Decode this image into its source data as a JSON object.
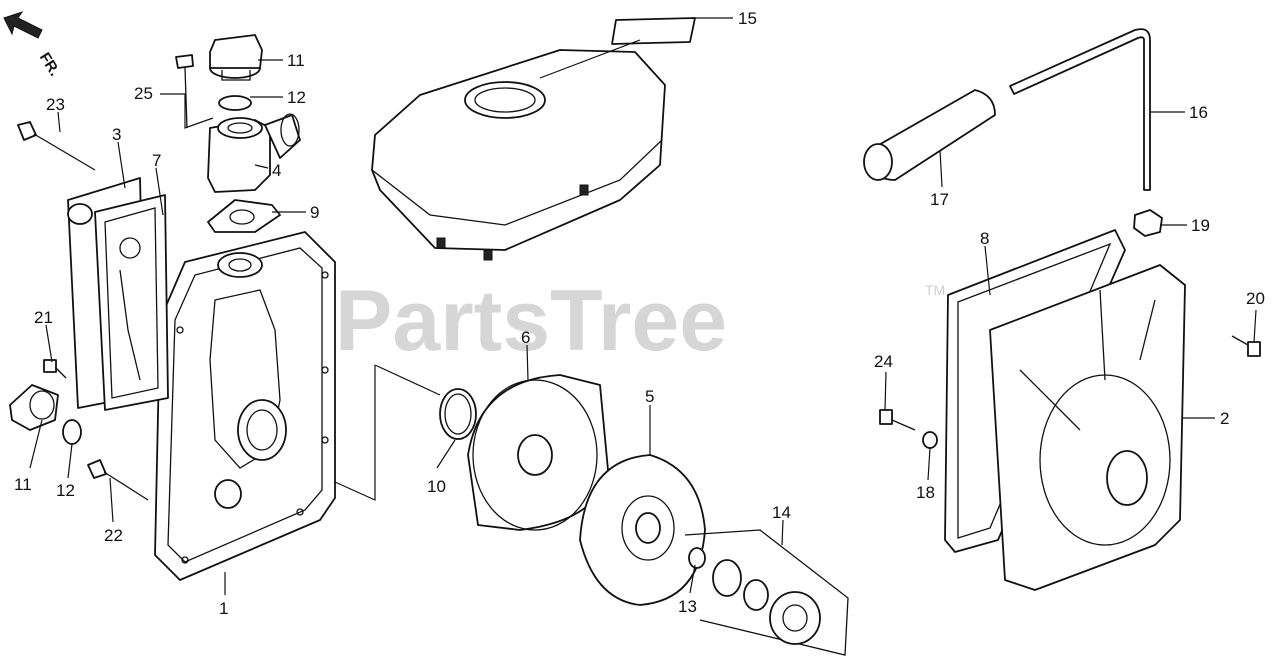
{
  "watermark": {
    "text": "PartsTree",
    "trademark": "TM"
  },
  "direction": {
    "label": "FR."
  },
  "callouts": {
    "c1": "1",
    "c2": "2",
    "c3": "3",
    "c4": "4",
    "c5": "5",
    "c6": "6",
    "c7": "7",
    "c8": "8",
    "c9": "9",
    "c10": "10",
    "c11a": "11",
    "c11b": "11",
    "c12a": "12",
    "c12b": "12",
    "c13": "13",
    "c14": "14",
    "c15": "15",
    "c16": "16",
    "c17": "17",
    "c18": "18",
    "c19": "19",
    "c20": "20",
    "c21": "21",
    "c22": "22",
    "c23": "23",
    "c24": "24",
    "c25": "25"
  }
}
